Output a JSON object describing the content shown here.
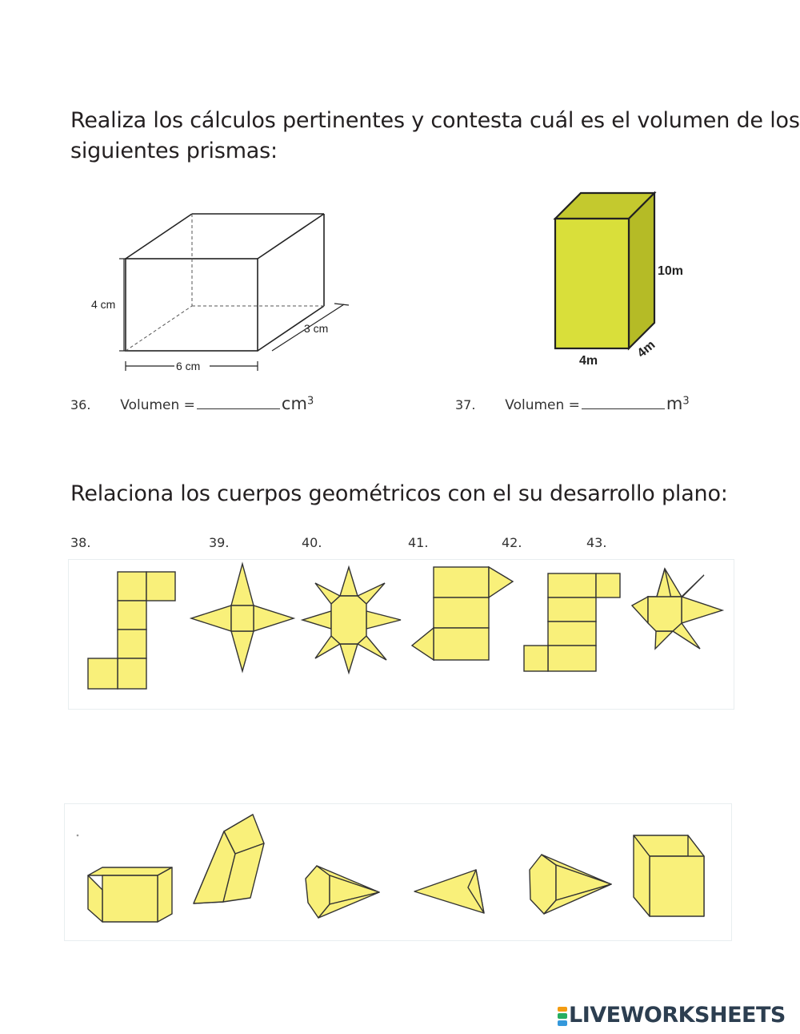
{
  "instructions": {
    "volume_line1": "Realiza los cálculos pertinentes y contesta cuál es el volumen de los",
    "volume_line2": "siguientes prismas:",
    "nets": "Relaciona los cuerpos geométricos con el su desarrollo plano:"
  },
  "prism1": {
    "height": "4 cm",
    "width": "6 cm",
    "depth": "3 cm"
  },
  "prism2": {
    "height": "10m",
    "width": "4m",
    "depth": "4m"
  },
  "questions": {
    "q36": {
      "number": "36.",
      "label": "Volumen =",
      "unit": "cm",
      "exp": "3"
    },
    "q37": {
      "number": "37.",
      "label": "Volumen =",
      "unit": "m",
      "exp": "3"
    }
  },
  "net_numbers": [
    "38.",
    "39.",
    "40.",
    "41.",
    "42.",
    "43."
  ],
  "colors": {
    "yellow": "#f9f07a",
    "prism_face": "#d9df3a",
    "prism_side": "#b5bb26",
    "prism_top": "#c4c92e"
  },
  "brand": {
    "logo_text": "LIVEWORKSHEETS"
  }
}
